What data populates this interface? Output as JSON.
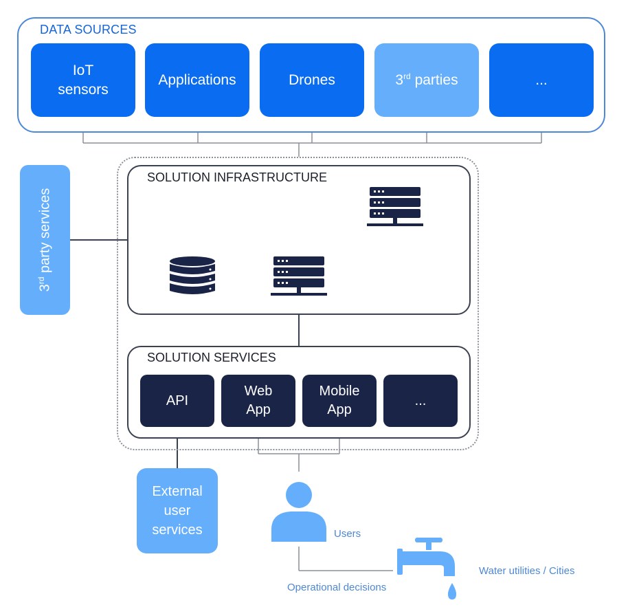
{
  "data_sources": {
    "title": "DATA SOURCES",
    "items": [
      {
        "label": "IoT\nsensors",
        "variant": "primary"
      },
      {
        "label": "Applications",
        "variant": "primary"
      },
      {
        "label": "Drones",
        "variant": "primary"
      },
      {
        "label_main": "3",
        "label_sup": "rd",
        "label_rest": " parties",
        "variant": "light"
      },
      {
        "label": "...",
        "variant": "primary"
      }
    ]
  },
  "third_party_services": {
    "label_main": "3",
    "label_sup": "rd",
    "label_rest": " party services"
  },
  "solution_infrastructure": {
    "title": "SOLUTION INFRASTRUCTURE",
    "icons": [
      "database-icon",
      "server-icon",
      "server-icon"
    ]
  },
  "solution_services": {
    "title": "SOLUTION SERVICES",
    "items": [
      "API",
      "Web\nApp",
      "Mobile\nApp",
      "..."
    ]
  },
  "external_user_services": "External\nuser\nservices",
  "users_label": "Users",
  "operational_decisions_label": "Operational decisions",
  "water_utilities_label": "Water utilities / Cities",
  "colors": {
    "primary_blue": "#0a6cf0",
    "light_blue": "#64aefc",
    "navy": "#1a2447",
    "frame_blue": "#4d88d6",
    "dark_stroke": "#3a4150"
  }
}
